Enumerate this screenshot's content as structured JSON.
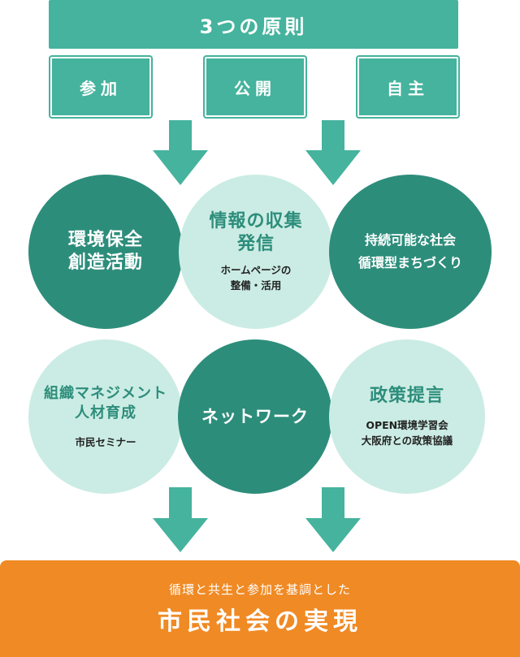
{
  "header": {
    "title": "3つの原則"
  },
  "principles": [
    "参加",
    "公開",
    "自主"
  ],
  "circles": {
    "c1": {
      "title_lines": [
        "環境保全",
        "創造活動"
      ]
    },
    "c2": {
      "title_lines": [
        "情報の収集",
        "発信"
      ],
      "sub_lines": [
        "ホームページの",
        "整備・活用"
      ]
    },
    "c3": {
      "title_lines": [
        "持続可能な社会",
        "循環型まちづくり"
      ]
    },
    "c4": {
      "title_lines": [
        "組織マネジメント",
        "人材育成"
      ],
      "sub_lines": [
        "市民セミナー"
      ]
    },
    "c5": {
      "title_lines": [
        "ネットワーク"
      ]
    },
    "c6": {
      "title_lines": [
        "政策提言"
      ],
      "sub_lines": [
        "OPEN環境学習会",
        "大阪府との政策協議"
      ]
    }
  },
  "footer": {
    "subtitle": "循環と共生と参加を基調とした",
    "title": "市民社会の実現"
  },
  "colors": {
    "teal": "#45b39d",
    "dark_teal": "#2d8d7b",
    "light_teal": "#cbece4",
    "orange": "#f08a24"
  }
}
